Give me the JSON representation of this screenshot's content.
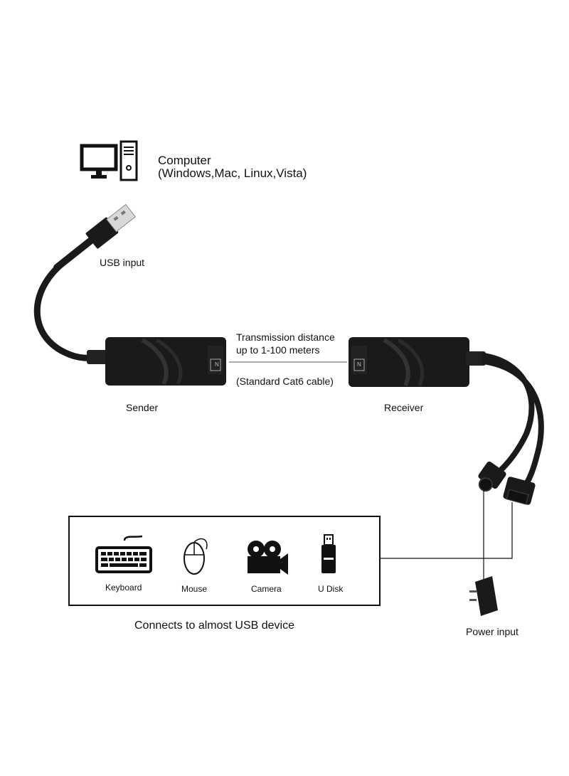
{
  "computer": {
    "title": "Computer",
    "subtitle": "(Windows,Mac, Linux,Vista)",
    "icons": [
      "monitor-icon",
      "tower-icon"
    ]
  },
  "sender": {
    "usb_label": "USB input",
    "label": "Sender"
  },
  "transmission": {
    "line1": "Transmission distance",
    "line2": "up to 1-100 meters",
    "cable": "(Standard Cat6 cable)"
  },
  "receiver": {
    "label": "Receiver"
  },
  "devices": {
    "items": [
      {
        "label": "Keyboard",
        "icon": "keyboard-icon"
      },
      {
        "label": "Mouse",
        "icon": "mouse-icon"
      },
      {
        "label": "Camera",
        "icon": "camera-icon"
      },
      {
        "label": "U Disk",
        "icon": "usb-disk-icon"
      }
    ],
    "caption": "Connects to almost USB device"
  },
  "power": {
    "label": "Power input",
    "icon": "power-adapter-icon"
  },
  "colors": {
    "device_body": "#1a1a1a",
    "line": "#111111",
    "background": "#ffffff"
  }
}
